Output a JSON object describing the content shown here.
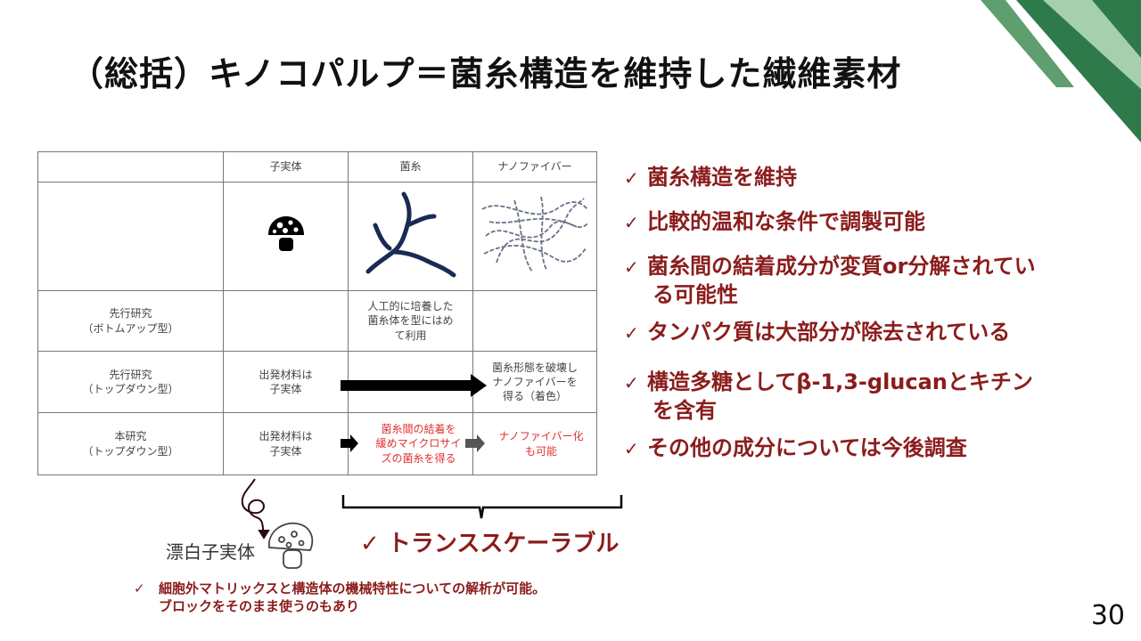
{
  "slide": {
    "title": "（総括）キノコパルプ＝菌糸構造を維持した繊維素材",
    "page_number": "30"
  },
  "table": {
    "headers": [
      "",
      "子実体",
      "菌糸",
      "ナノファイバー"
    ],
    "rows": [
      {
        "label": "先行研究\n（ボトムアップ型）",
        "c1": "",
        "c2": "人工的に培養した\n菌糸体を型にはめ\nて利用",
        "c3": ""
      },
      {
        "label": "先行研究\n（トップダウン型）",
        "c1": "出発材料は\n子実体",
        "c2": "",
        "c3": "菌糸形態を破壊し\nナノファイバーを\n得る（着色）"
      },
      {
        "label": "本研究\n（トップダウン型）",
        "c1": "出発材料は\n子実体",
        "c2": "菌糸間の結着を\n緩めマイクロサイ\nズの菌糸を得る",
        "c3": "ナノファイバー化\nも可能"
      }
    ]
  },
  "bullets": [
    "菌糸構造を維持",
    "比較的温和な条件で調製可能",
    "菌糸間の結着成分が変質or分解されてい",
    "る可能性",
    "タンパク質は大部分が除去されている",
    "構造多糖としてβ-1,3-glucanとキチン",
    "を含有",
    "その他の成分については今後調査"
  ],
  "check_mark": "✓",
  "labels": {
    "bleached": "漂白子実体",
    "scalable": "トランススケーラブル"
  },
  "note": {
    "line1": "細胞外マトリックスと構造体の機械特性についての解析が可能。",
    "line2": "ブロックをそのまま使うのもあり"
  },
  "colors": {
    "accent_red": "#8b1c1c",
    "highlight_red": "#e03030",
    "corner_green": "#3c8a5a"
  }
}
